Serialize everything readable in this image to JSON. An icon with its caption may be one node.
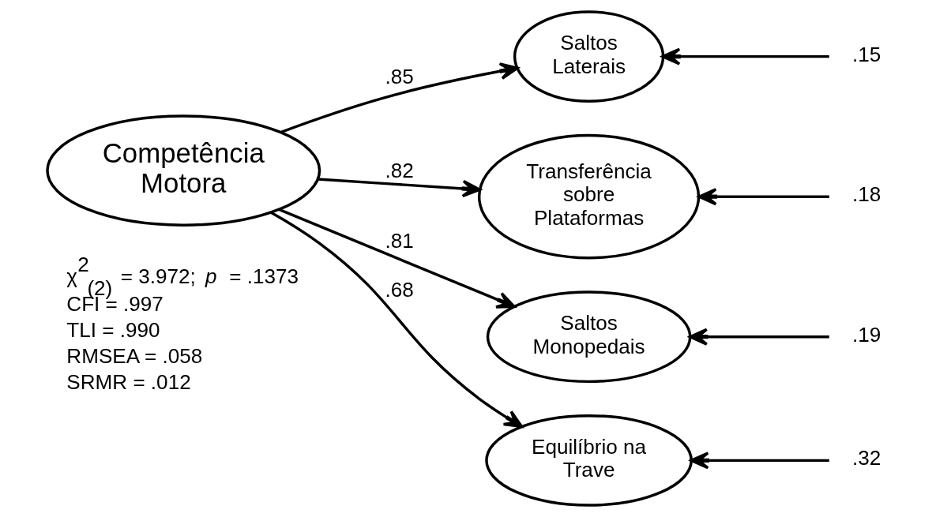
{
  "diagram": {
    "nodes": [
      {
        "text": [
          "Competência Motora"
        ]
      },
      {
        "text": [
          "Equilíbrio na Trave"
        ]
      },
      {
        "text": [
          "Saltos Laterais"
        ]
      },
      {
        "text": [
          "Transferência sobre Plataformas"
        ]
      },
      {
        "text": [
          "Saltos Monopedais"
        ]
      },
      {
        "text": [
          ".32"
        ]
      },
      {
        "text": [
          ".15"
        ]
      },
      {
        "text": [
          ".18"
        ]
      },
      {
        "text": [
          ".19"
        ]
      }
    ],
    "edges": [
      {
        "from": 0,
        "to": 1,
        "arrow": "to",
        "label": ".68"
      },
      {
        "from": 0,
        "to": 2,
        "arrow": "to",
        "label": ".85"
      },
      {
        "from": 0,
        "to": 3,
        "arrow": "to",
        "label": ".82"
      },
      {
        "from": 0,
        "to": 4,
        "arrow": "to",
        "label": ".81"
      },
      {
        "from": 5,
        "to": 1,
        "arrow": "to"
      },
      {
        "from": 6,
        "to": 2,
        "arrow": "to"
      },
      {
        "from": 7,
        "to": 3,
        "arrow": "to"
      },
      {
        "from": 8,
        "to": 4,
        "arrow": "to"
      }
    ],
    "labels": [
      "χ$^{2}$$_{(2)}$ = 3.972; *p* = .1373",
      "CFI = .997",
      "TLI = .990",
      "RMSEA = .058",
      "SRMR = .012"
    ]
  }
}
